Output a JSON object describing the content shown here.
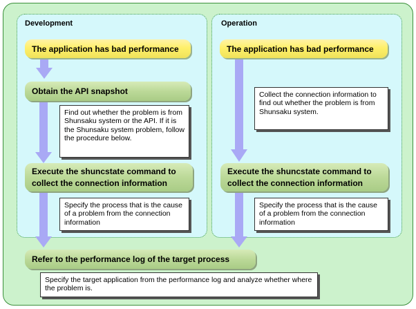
{
  "development": {
    "title": "Development",
    "step1": "The application has bad performance",
    "step2": "Obtain the API snapshot",
    "note2": "Find out whether the problem is from Shunsaku system or the API. If it is the Shunsaku system problem, follow the procedure below.",
    "step3": "Execute the shuncstate command to collect the connection information",
    "note3": "Specify the process that is the cause of a problem from the connection information"
  },
  "operation": {
    "title": "Operation",
    "step1": "The application has bad performance",
    "note1": "Collect the connection information to find out whether the problem is from Shunsaku system.",
    "step3": "Execute the shuncstate command to collect the connection information",
    "note3": "Specify the process that is the cause of a problem from the connection information"
  },
  "final": {
    "step": "Refer to the performance log of the target process",
    "note": "Specify the target application from the performance log and analyze whether where the problem is."
  },
  "colors": {
    "arrow": "#a9a9f5",
    "yellow_box": "#fff06a",
    "green_box": "#bcd998",
    "panel": "#d5f8fb",
    "outer": "#ccf2cc"
  }
}
